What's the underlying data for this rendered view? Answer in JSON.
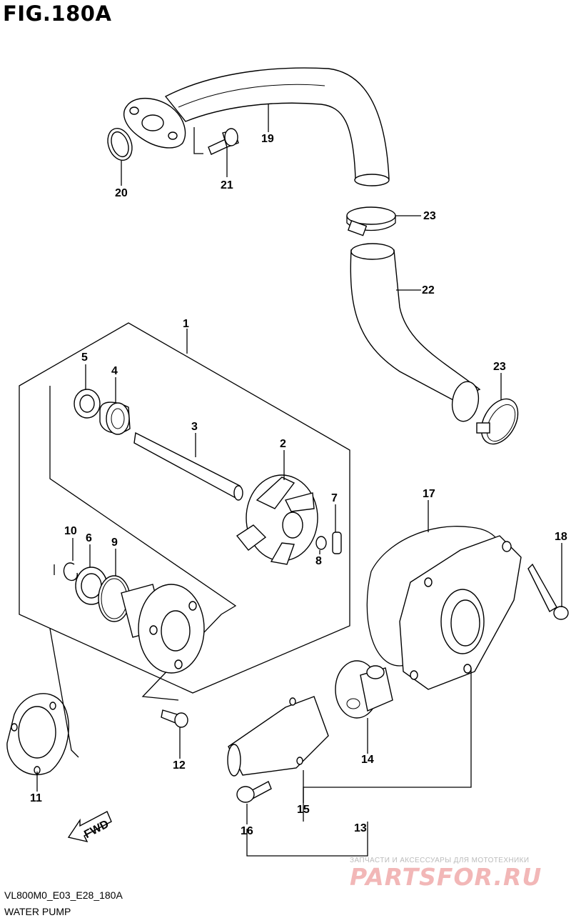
{
  "figure": {
    "title": "FIG.180A",
    "code": "VL800M0_E03_E28_180A",
    "name": "WATER PUMP"
  },
  "direction_arrow": "FWD",
  "watermark": {
    "tagline": "ЗАПЧАСТИ И АКСЕССУАРЫ ДЛЯ МОТОТЕХНИКИ",
    "logo": "PARTSFOR.RU"
  },
  "callouts": {
    "p1": "1",
    "p2": "2",
    "p3": "3",
    "p4": "4",
    "p5": "5",
    "p6": "6",
    "p7": "7",
    "p8": "8",
    "p9": "9",
    "p10": "10",
    "p11": "11",
    "p12": "12",
    "p13": "13",
    "p14": "14",
    "p15": "15",
    "p16": "16",
    "p17": "17",
    "p18": "18",
    "p19": "19",
    "p20": "20",
    "p21": "21",
    "p22": "22",
    "p23a": "23",
    "p23b": "23"
  }
}
